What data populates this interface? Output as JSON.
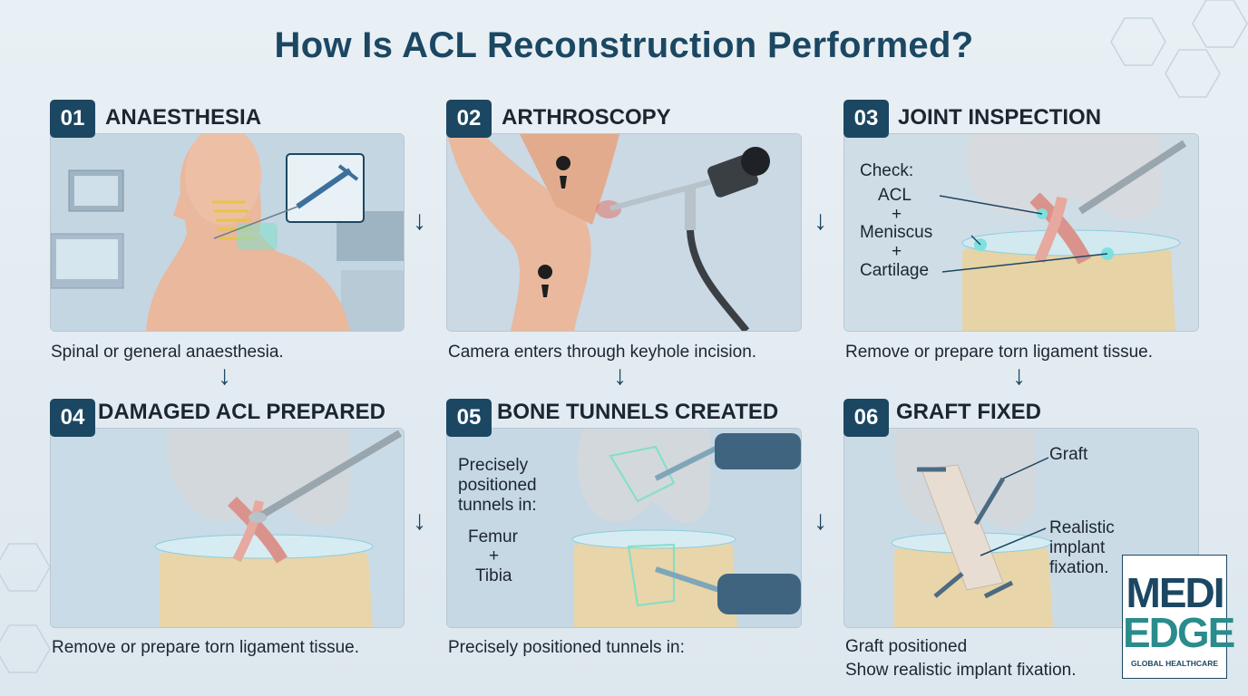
{
  "title": "How Is ACL Reconstruction Performed?",
  "steps": [
    {
      "number": "01",
      "title": "ANAESTHESIA",
      "caption": "Spinal or general anaesthesia."
    },
    {
      "number": "02",
      "title": "ARTHROSCOPY",
      "caption": "Camera enters through keyhole incision."
    },
    {
      "number": "03",
      "title": "JOINT INSPECTION",
      "caption": "Remove or prepare torn ligament tissue.",
      "labels": {
        "check": "Check:",
        "acl": "ACL",
        "plus": "+",
        "meniscus": "Meniscus",
        "cartilage": "Cartilage"
      }
    },
    {
      "number": "04",
      "title": "DAMAGED ACL PREPARED",
      "caption": "Remove or prepare torn ligament tissue."
    },
    {
      "number": "05",
      "title": "BONE TUNNELS CREATED",
      "caption": "Precisely positioned tunnels in:",
      "labels": {
        "intro": "Precisely positioned tunnels in:",
        "femur": "Femur",
        "plus": "+",
        "tibia": "Tibia"
      }
    },
    {
      "number": "06",
      "title": "GRAFT FIXED",
      "caption": "Graft positioned",
      "caption2": "Show realistic implant fixation.",
      "labels": {
        "graft": "Graft",
        "implant": "Realistic implant fixation."
      }
    }
  ],
  "arrow_symbol": "↓",
  "logo": {
    "line1": "MEDI",
    "line2": "EDGE",
    "tagline": "GLOBAL HEALTHCARE"
  }
}
